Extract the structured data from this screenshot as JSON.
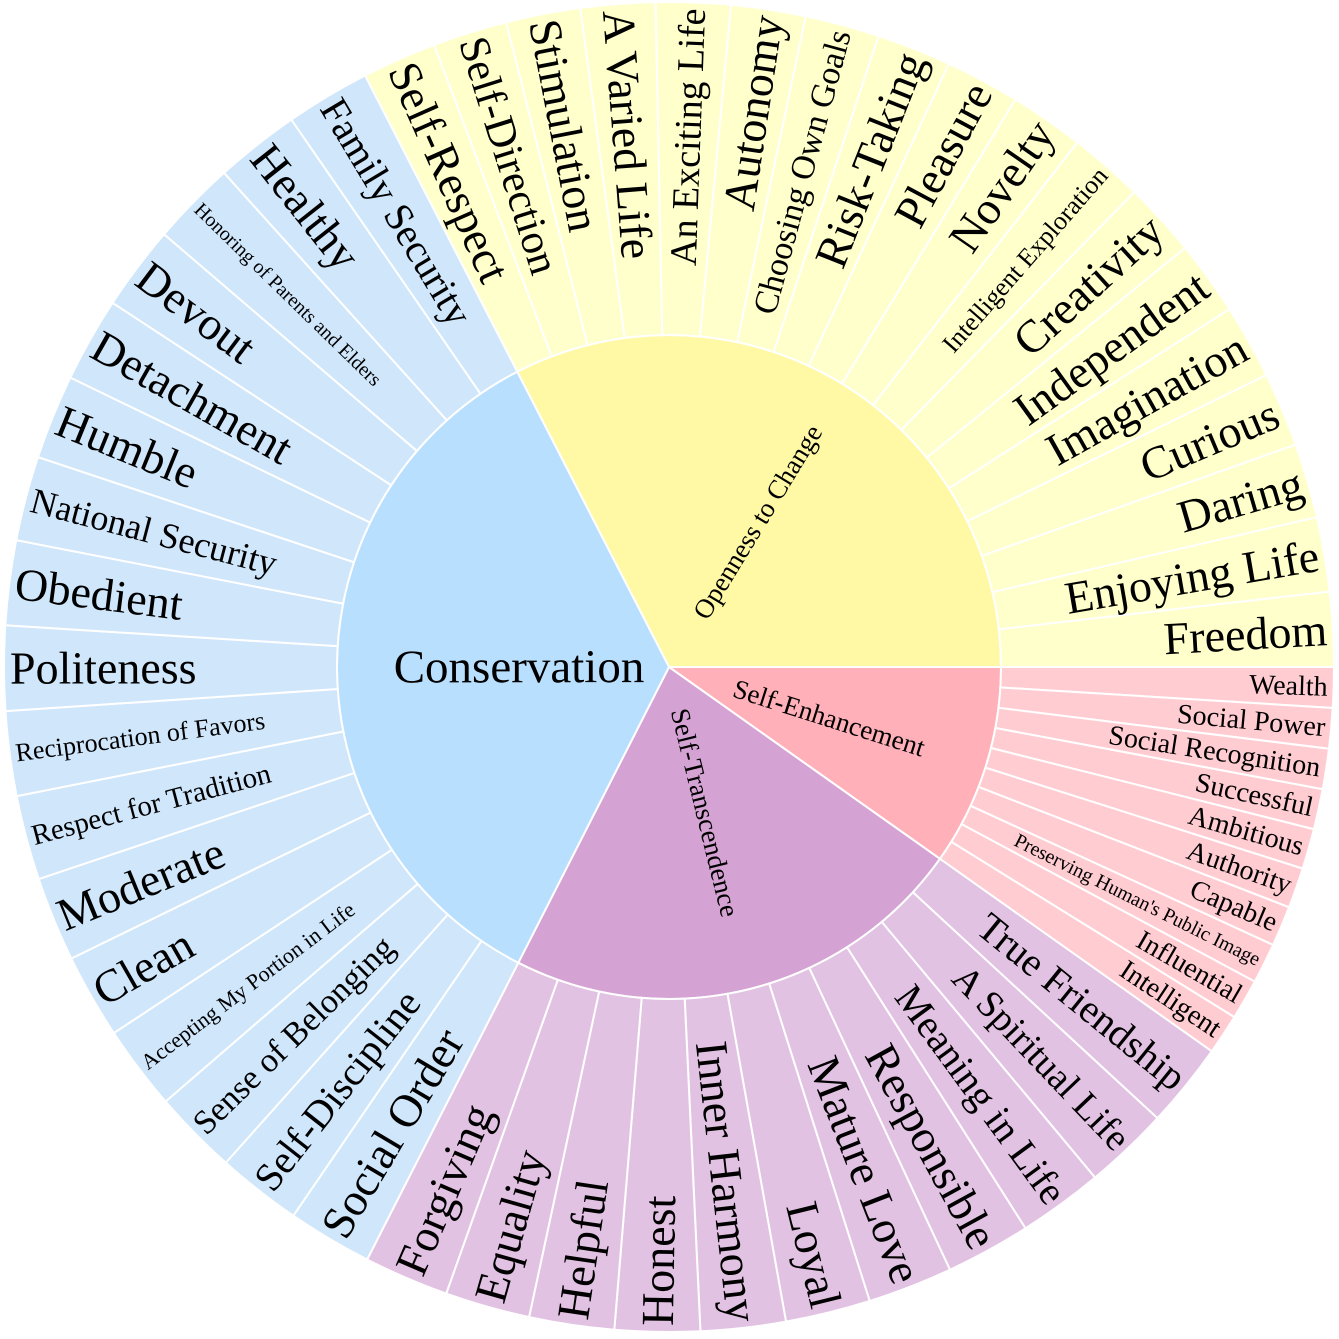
{
  "chart_data": {
    "type": "sunburst",
    "title": "",
    "groups": [
      {
        "name": "Openness to Change",
        "color": "#fff9a6",
        "leaf_color": "#ffffcc",
        "children": [
          "Self-Respect",
          "Self-Direction",
          "Stimulation",
          "A Varied Life",
          "An Exciting Life",
          "Autonomy",
          "Choosing Own Goals",
          "Risk-Taking",
          "Pleasure",
          "Novelty",
          "Intelligent Exploration",
          "Creativity",
          "Independent",
          "Imagination",
          "Curious",
          "Daring",
          "Enjoying Life",
          "Freedom"
        ]
      },
      {
        "name": "Self-Enhancement",
        "color": "#ffb0b8",
        "leaf_color": "#ffccd2",
        "children": [
          "Wealth",
          "Social Power",
          "Social Recognition",
          "Successful",
          "Ambitious",
          "Authority",
          "Capable",
          "Preserving Human's Public Image",
          "Influential",
          "Intelligent"
        ]
      },
      {
        "name": "Self-Transcendence",
        "color": "#d4a3d4",
        "leaf_color": "#e2c2e2",
        "children": [
          "True Friendship",
          "A Spiritual Life",
          "Meaning in Life",
          "Responsible",
          "Mature Love",
          "Loyal",
          "Inner Harmony",
          "Honest",
          "Helpful",
          "Equality",
          "Forgiving"
        ]
      },
      {
        "name": "Conservation",
        "color": "#b8dffd",
        "leaf_color": "#cfe6fb",
        "children": [
          "Social Order",
          "Self-Discipline",
          "Sense of Belonging",
          "Accepting My Portion in Life",
          "Clean",
          "Moderate",
          "Respect for Tradition",
          "Reciprocation of Favors",
          "Politeness",
          "Obedient",
          "National Security",
          "Humble",
          "Detachment",
          "Devout",
          "Honoring of Parents and Elders",
          "Healthy",
          "Family Security"
        ]
      }
    ]
  }
}
